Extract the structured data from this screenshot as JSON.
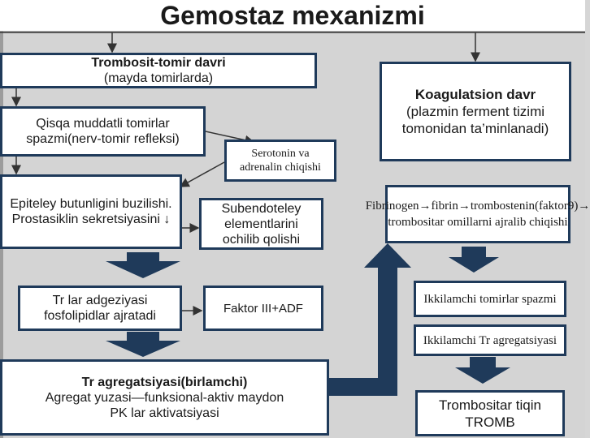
{
  "title": "Gemostaz mexanizmi",
  "boxes": {
    "trombosit_davri": {
      "line1": "Trombosit-tomir davri",
      "line2": "(mayda tomirlarda)"
    },
    "qisqa_spazm": {
      "text": "Qisqa muddatli tomirlar spazmi(nerv-tomir refleksi)"
    },
    "serotonin": {
      "text": "Serotonin va adrenalin chiqishi"
    },
    "epiteley": {
      "text": "Epiteley butunligini buzilishi. Prostasiklin sekretsiyasini ↓"
    },
    "subendoteley": {
      "text": "Subendoteley elementlarini ochilib qolishi"
    },
    "adgeziya": {
      "text": "Tr lar adgeziyasi fosfolipidlar ajratadi"
    },
    "faktor": {
      "text": "Faktor III+ADF"
    },
    "agregatsiya": {
      "line1": "Tr agregatsiyasi(birlamchi)",
      "line2": "Agregat yuzasi—funksional-aktiv maydon",
      "line3": "PK lar aktivatsiyasi"
    },
    "koagulatsion": {
      "line1": "Koagulatsion davr",
      "line2": "(plazmin ferment tizimi tomonidan ta’minlanadi)"
    },
    "fibrinogen": {
      "text": "Fibrinogen→fibrin→trombostenin(faktor9)→ trombositar omillarni ajralib chiqishi"
    },
    "ikkilamchi_spazm": {
      "text": "Ikkilamchi tomirlar spazmi"
    },
    "ikkilamchi_agreg": {
      "text": "Ikkilamchi Tr agregatsiyasi"
    },
    "tromb": {
      "line1": "Trombositar tiqin",
      "line2": "TROMB"
    }
  },
  "colors": {
    "border": "#1f3a5a",
    "arrow_fill": "#1f3a5a",
    "background": "#d4d4d4"
  }
}
